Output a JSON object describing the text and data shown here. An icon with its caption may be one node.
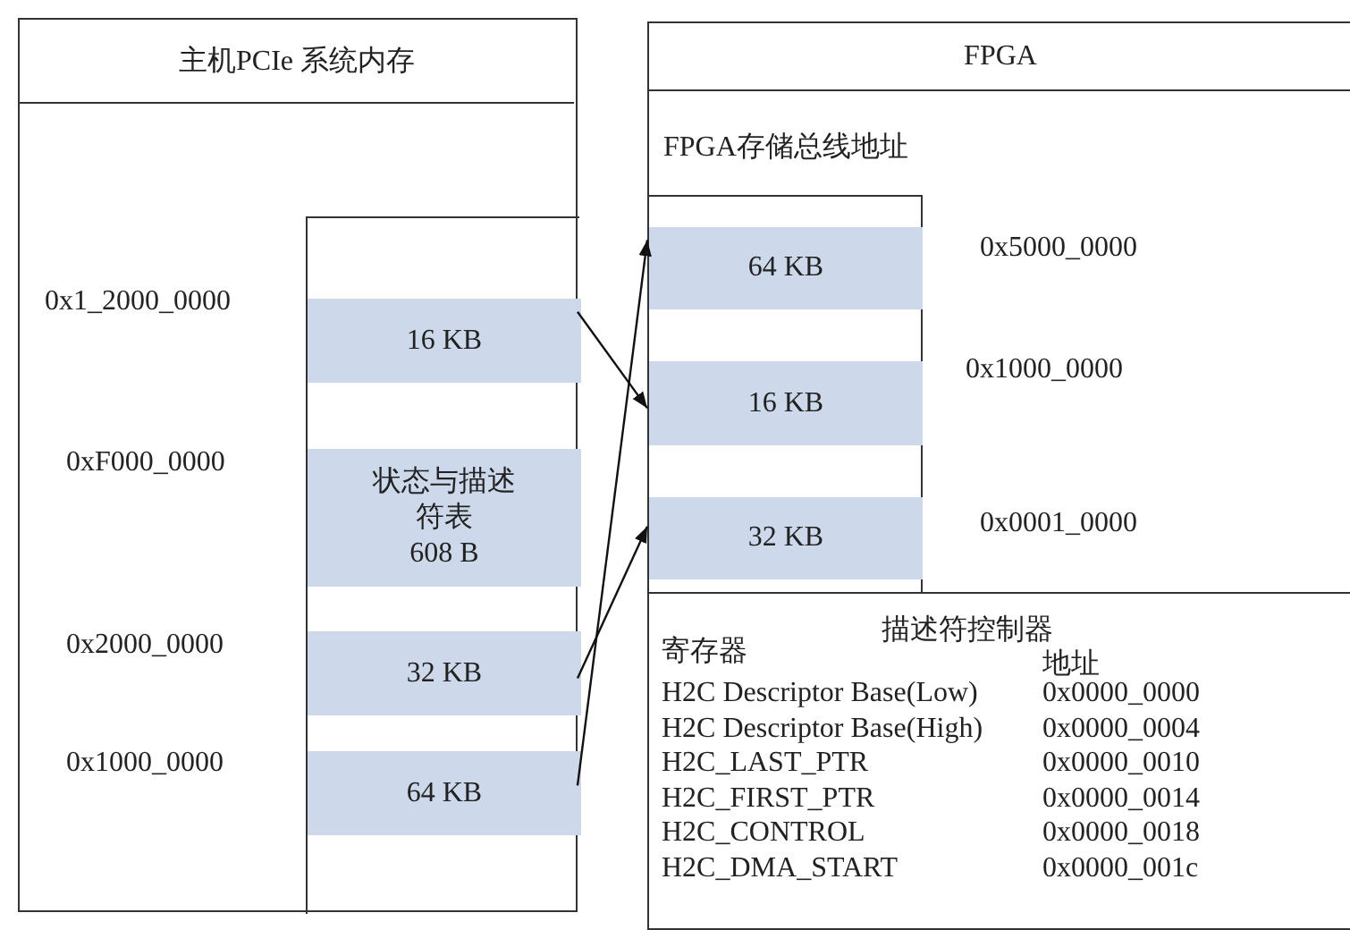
{
  "diagram": {
    "nodes": [
      {
        "text": [
          "主机PCIe 系统内存"
        ]
      },
      {
        "text": [],
        "shape": "box",
        "in": 0
      },
      {
        "text": [
          "16 KB"
        ],
        "in": 1,
        "beside": [
          "0x1_2000_0000"
        ]
      },
      {
        "text": [
          "状态与描述符表",
          "608 B"
        ],
        "in": 1,
        "beside": [
          "0xF000_0000"
        ]
      },
      {
        "text": [
          "32 KB"
        ],
        "in": 1,
        "beside": [
          "0x2000_0000"
        ]
      },
      {
        "text": [
          "64 KB"
        ],
        "in": 1,
        "beside": [
          "0x1000_0000"
        ]
      },
      {
        "text": [
          "FPGA"
        ]
      },
      {
        "text": [
          "FPGA存储总线地址"
        ],
        "in": 6
      },
      {
        "text": [],
        "shape": "box",
        "in": 7
      },
      {
        "text": [
          "64 KB"
        ],
        "in": 8,
        "beside": [
          "0x5000_0000"
        ]
      },
      {
        "text": [
          "16 KB"
        ],
        "in": 8,
        "beside": [
          "0x1000_0000"
        ]
      },
      {
        "text": [
          "32 KB"
        ],
        "in": 8,
        "beside": [
          "0x0001_0000"
        ]
      },
      {
        "text": [
          "描述符控制器"
        ],
        "in": 6
      }
    ],
    "edges": [
      {
        "from": 2,
        "to": 10,
        "arrow": "to"
      },
      {
        "from": 4,
        "to": 11,
        "arrow": "to"
      },
      {
        "from": 5,
        "to": 9,
        "arrow": "to"
      }
    ],
    "labels": [
      "寄存器",
      "地址",
      "H2C Descriptor Base(Low)",
      "0x0000_0000",
      "H2C Descriptor Base(High)",
      "0x0000_0004",
      "H2C_LAST_PTR",
      "0x0000_0010",
      "H2C_FIRST_PTR",
      "0x0000_0014",
      "H2C_CONTROL",
      "0x0000_0018",
      "H2C_DMA_START",
      "0x0000_001c"
    ]
  }
}
